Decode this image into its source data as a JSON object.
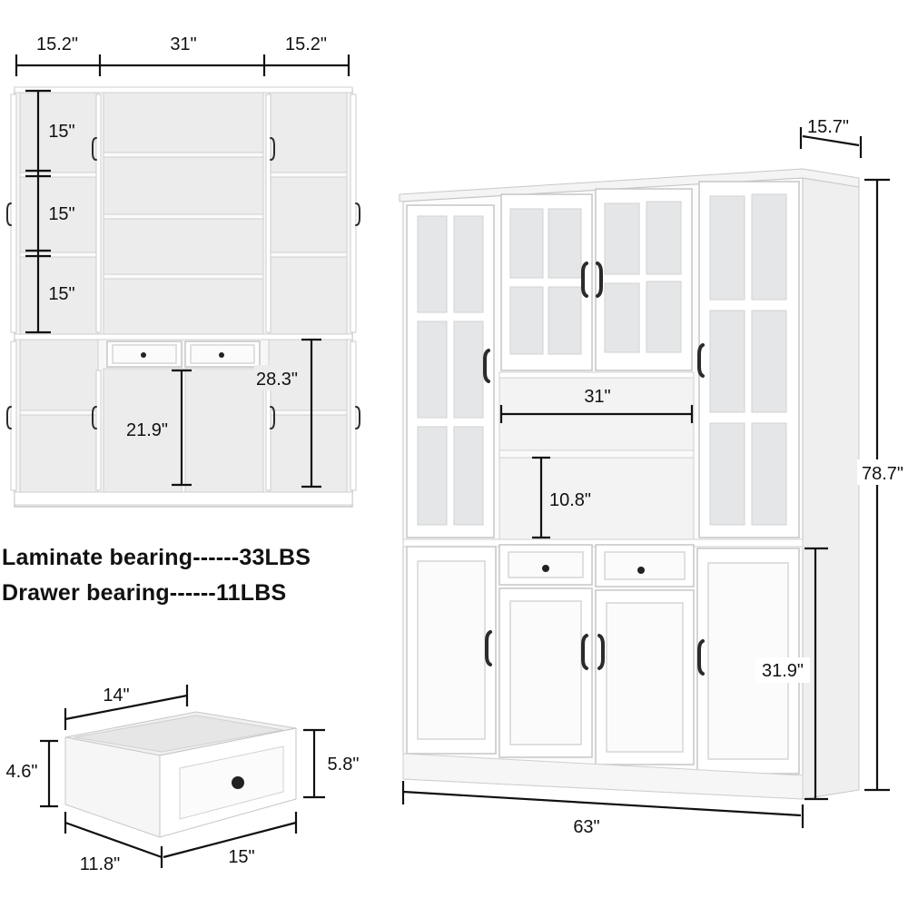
{
  "dimensions": {
    "front_left_width": "15.2\"",
    "front_center_width": "31\"",
    "front_right_width": "15.2\"",
    "shelf_spacing_top": "15\"",
    "shelf_spacing_middle": "15\"",
    "shelf_spacing_bottom": "15\"",
    "side_cabinet_height": "28.3\"",
    "center_cabinet_height": "21.9\"",
    "depth": "15.7\"",
    "total_height": "78.7\"",
    "hutch_opening_width": "31\"",
    "open_shelf_height": "10.8\"",
    "base_height": "31.9\"",
    "total_width": "63\"",
    "drawer_width": "14\"",
    "drawer_inner_height": "4.6\"",
    "drawer_front_height": "5.8\"",
    "drawer_depth": "11.8\"",
    "drawer_front_width": "15\""
  },
  "specs": {
    "laminate": "Laminate bearing------33LBS",
    "drawer": "Drawer bearing------11LBS"
  },
  "colors": {
    "cabinet": "#ffffff",
    "handle": "#2b2b2b",
    "line": "#111111"
  }
}
